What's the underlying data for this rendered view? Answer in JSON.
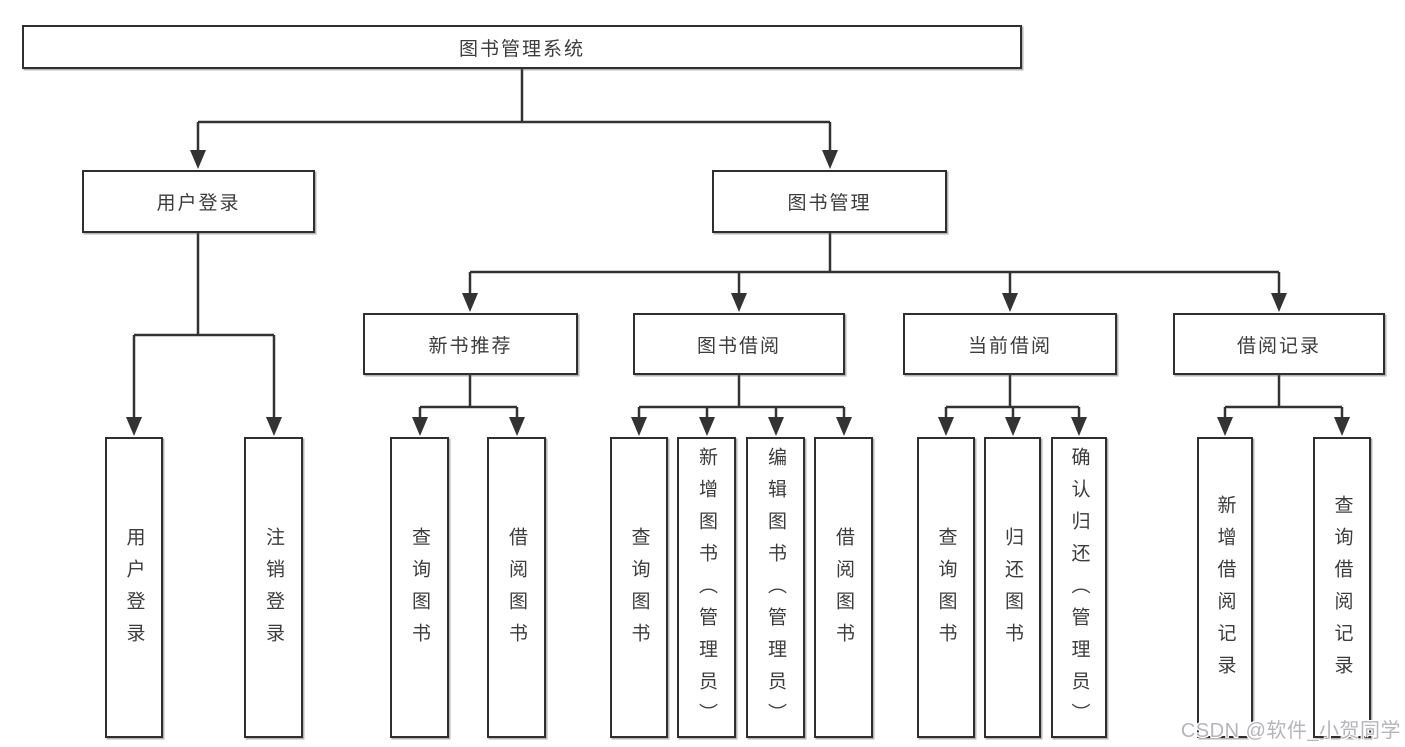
{
  "diagram": {
    "root": {
      "label": "图书管理系统"
    },
    "level2": [
      {
        "label": "用户登录"
      },
      {
        "label": "图书管理"
      }
    ],
    "level3": [
      {
        "label": "新书推荐"
      },
      {
        "label": "图书借阅"
      },
      {
        "label": "当前借阅"
      },
      {
        "label": "借阅记录"
      }
    ],
    "leaves": {
      "user_login": [
        {
          "label": "用户登录"
        },
        {
          "label": "注销登录"
        }
      ],
      "new_book": [
        {
          "label": "查询图书"
        },
        {
          "label": "借阅图书"
        }
      ],
      "book_borrow": [
        {
          "label": "查询图书"
        },
        {
          "label": "新增图书（管理员）"
        },
        {
          "label": "编辑图书（管理员）"
        },
        {
          "label": "借阅图书"
        }
      ],
      "current_borrow": [
        {
          "label": "查询图书"
        },
        {
          "label": "归还图书"
        },
        {
          "label": "确认归还（管理员）"
        }
      ],
      "borrow_record": [
        {
          "label": "新增借阅记录"
        },
        {
          "label": "查询借阅记录"
        }
      ]
    }
  },
  "watermark": {
    "text": "CSDN @软件_小贺同学"
  },
  "colors": {
    "line": "#333333",
    "box_border": "#2f2f2f",
    "text": "#3c3c3c",
    "watermark": "#b5b5bb",
    "background": "#ffffff"
  }
}
